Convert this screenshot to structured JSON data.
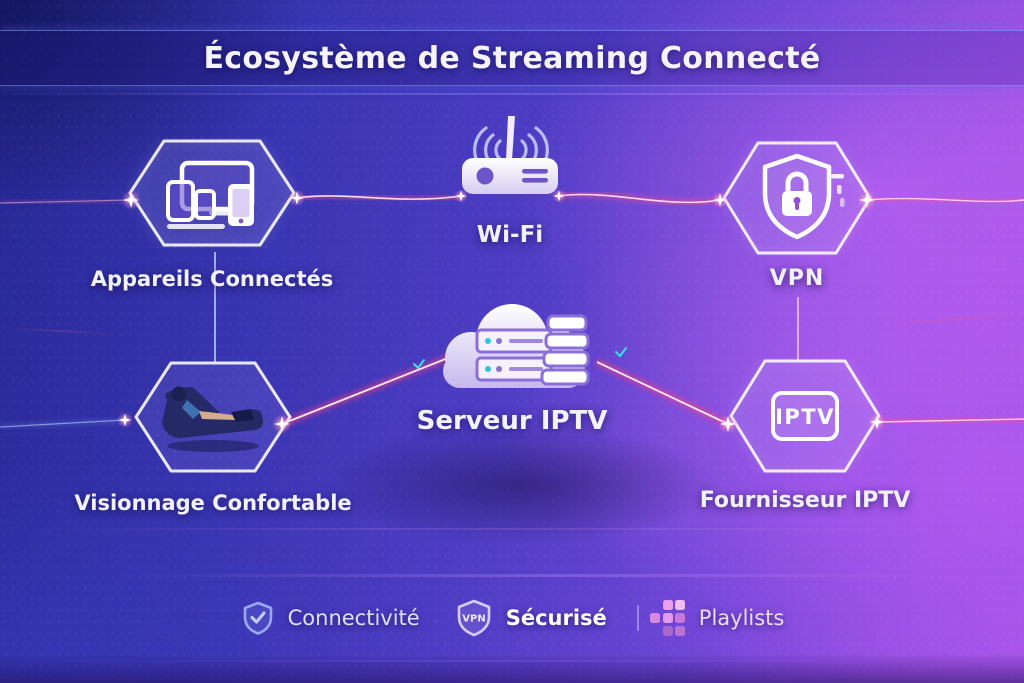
{
  "title": {
    "emphasis": "Écosystème",
    "rest": " de Streaming Connecté"
  },
  "nodes": {
    "devices": {
      "label": "Appareils Connectés"
    },
    "wifi": {
      "label": "Wi-Fi"
    },
    "vpn": {
      "label": "VPN"
    },
    "server": {
      "label": "Serveur IPTV"
    },
    "viewing": {
      "label": "Visionnage Confortable"
    },
    "provider": {
      "label": "Fournisseur IPTV",
      "box_text": "IPTV"
    }
  },
  "legend": {
    "connectivity": {
      "label": "Connectivité"
    },
    "secure": {
      "label": "Sécurisé",
      "badge_text": "VPN"
    },
    "playlists": {
      "label": "Playlists"
    }
  },
  "colors": {
    "accent_pink_glow": "#ff4f8f",
    "accent_blue_glow": "#3f9fff",
    "icon_white": "#ffffff",
    "bg_deep_blue": "#262894",
    "bg_magenta": "#a253e6",
    "icon_purple": "#7a5ad0",
    "server_teal_dot": "#2ec6d8"
  }
}
